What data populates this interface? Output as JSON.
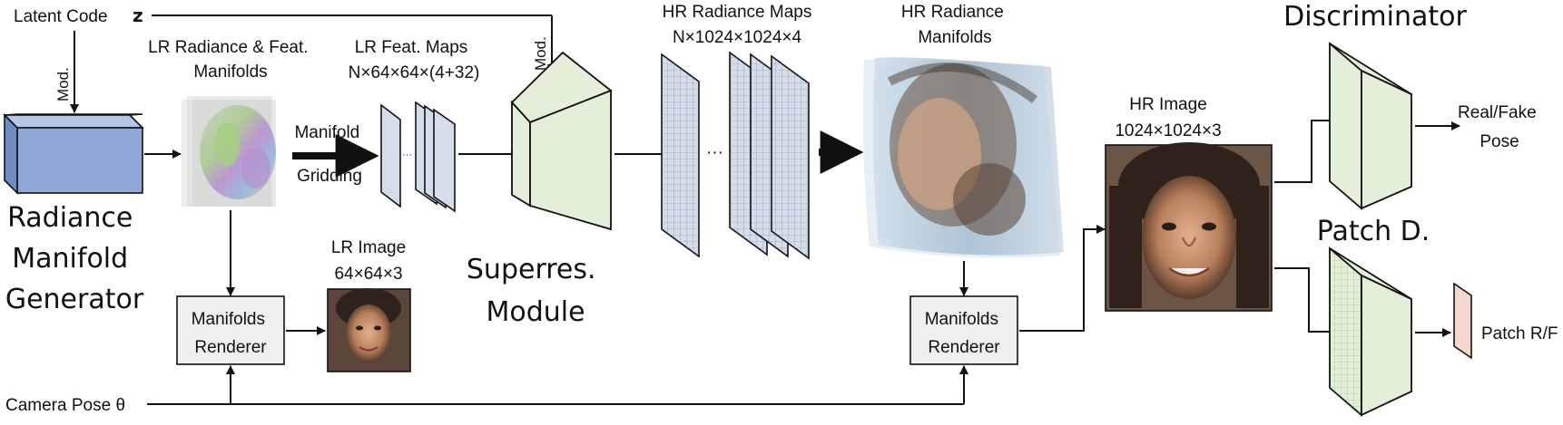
{
  "labels": {
    "latent": "Latent Code",
    "latent_symbol": "z",
    "mod_left": "Mod.",
    "mod_right": "Mod.",
    "generator_line1": "Radiance",
    "generator_line2": "Manifold",
    "generator_line3": "Generator",
    "lr_manifolds_line1": "LR Radiance & Feat.",
    "lr_manifolds_line2": "Manifolds",
    "lr_feat_maps": "LR Feat. Maps",
    "lr_feat_dims": "N×64×64×(4+32)",
    "gridding_line1": "Manifold",
    "gridding_line2": "Gridding",
    "ellipsis_small": "···",
    "renderer1_line1": "Manifolds",
    "renderer1_line2": "Renderer",
    "lr_image": "LR Image",
    "lr_image_dims": "64×64×3",
    "superres_line1": "Superres.",
    "superres_line2": "Module",
    "hr_maps": "HR Radiance Maps",
    "hr_maps_dims": "N×1024×1024×4",
    "ellipsis_big": "···",
    "hr_manifolds_line1": "HR Radiance",
    "hr_manifolds_line2": "Manifolds",
    "renderer2_line1": "Manifolds",
    "renderer2_line2": "Renderer",
    "hr_image": "HR Image",
    "hr_image_dims": "1024×1024×3",
    "discriminator": "Discriminator",
    "real_fake": "Real/Fake",
    "pose": "Pose",
    "patch_d": "Patch D.",
    "patch_rf": "Patch R/F",
    "camera": "Camera Pose θ"
  },
  "colors": {
    "generator_blue": "#8fa8d8",
    "feature_map": "#d5dcea",
    "module_green": "#e3efd8",
    "patch_output": "#f4d8cc",
    "renderer_box": "#efefef"
  }
}
